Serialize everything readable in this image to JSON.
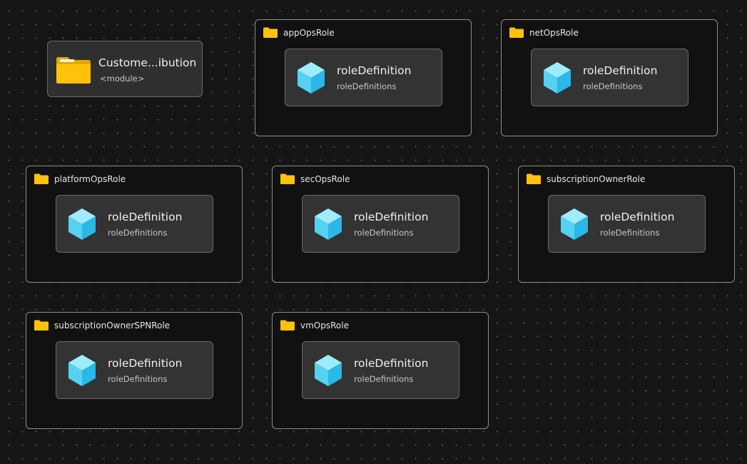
{
  "module": {
    "title": "Custome...ibution",
    "subtitle": "<module>",
    "icon": "folder-icon"
  },
  "groups": [
    {
      "label": "appOpsRole",
      "resource": {
        "title": "roleDefinition",
        "subtitle": "roleDefinitions",
        "icon": "cube-icon"
      }
    },
    {
      "label": "netOpsRole",
      "resource": {
        "title": "roleDefinition",
        "subtitle": "roleDefinitions",
        "icon": "cube-icon"
      }
    },
    {
      "label": "platformOpsRole",
      "resource": {
        "title": "roleDefinition",
        "subtitle": "roleDefinitions",
        "icon": "cube-icon"
      }
    },
    {
      "label": "secOpsRole",
      "resource": {
        "title": "roleDefinition",
        "subtitle": "roleDefinitions",
        "icon": "cube-icon"
      }
    },
    {
      "label": "subscriptionOwnerRole",
      "resource": {
        "title": "roleDefinition",
        "subtitle": "roleDefinitions",
        "icon": "cube-icon"
      }
    },
    {
      "label": "subscriptionOwnerSPNRole",
      "resource": {
        "title": "roleDefinition",
        "subtitle": "roleDefinitions",
        "icon": "cube-icon"
      }
    },
    {
      "label": "vmOpsRole",
      "resource": {
        "title": "roleDefinition",
        "subtitle": "roleDefinitions",
        "icon": "cube-icon"
      }
    }
  ],
  "colors": {
    "background": "#151515",
    "node": "#333333",
    "folder": "#ffc20a",
    "cube": "#50c8f0"
  }
}
